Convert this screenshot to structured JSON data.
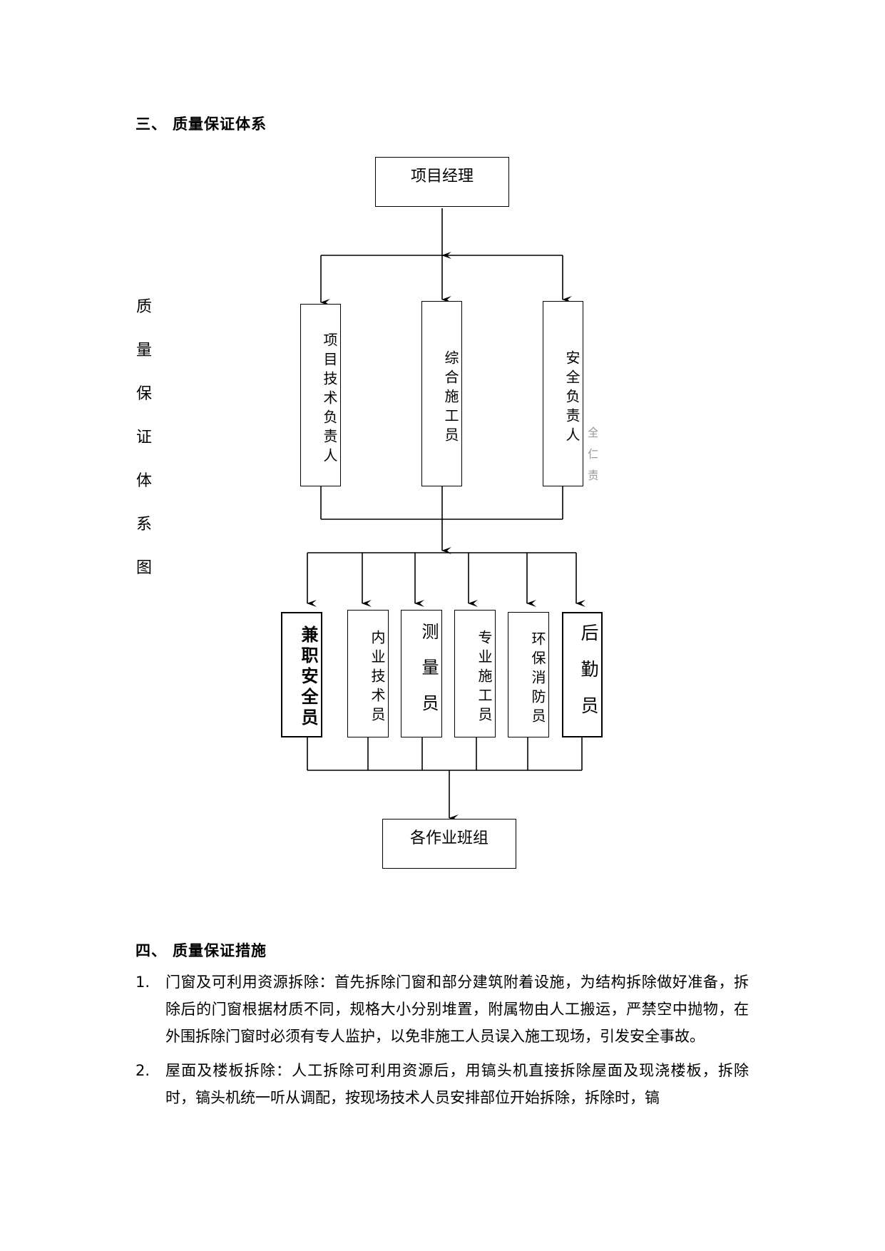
{
  "section3": {
    "number": "三、",
    "title": "质量保证体系"
  },
  "side_label": [
    "质",
    "量",
    "保",
    "证",
    "体",
    "系",
    "图"
  ],
  "org": {
    "top": "项目经理",
    "level2": [
      "项目技术负责人",
      "综合施工员",
      "安全负责人"
    ],
    "level3": [
      "兼职安全员",
      "内业技术员",
      "测量员",
      "专业施工员",
      "环保消防员",
      "后勤员"
    ],
    "bottom": "各作业班组",
    "ghost_text": [
      "全",
      "仁",
      "责"
    ]
  },
  "section4": {
    "number": "四、",
    "title": "质量保证措施"
  },
  "measures": [
    {
      "index": "1.",
      "text": "门窗及可利用资源拆除：首先拆除门窗和部分建筑附着设施，为结构拆除做好准备，拆除后的门窗根据材质不同，规格大小分别堆置，附属物由人工搬运，严禁空中抛物，在外围拆除门窗时必须有专人监护，以免非施工人员误入施工现场，引发安全事故。"
    },
    {
      "index": "2.",
      "text": "屋面及楼板拆除：人工拆除可利用资源后，用镐头机直接拆除屋面及现浇楼板，拆除时，镐头机统一听从调配，按现场技术人员安排部位开始拆除，拆除时，镐"
    }
  ]
}
